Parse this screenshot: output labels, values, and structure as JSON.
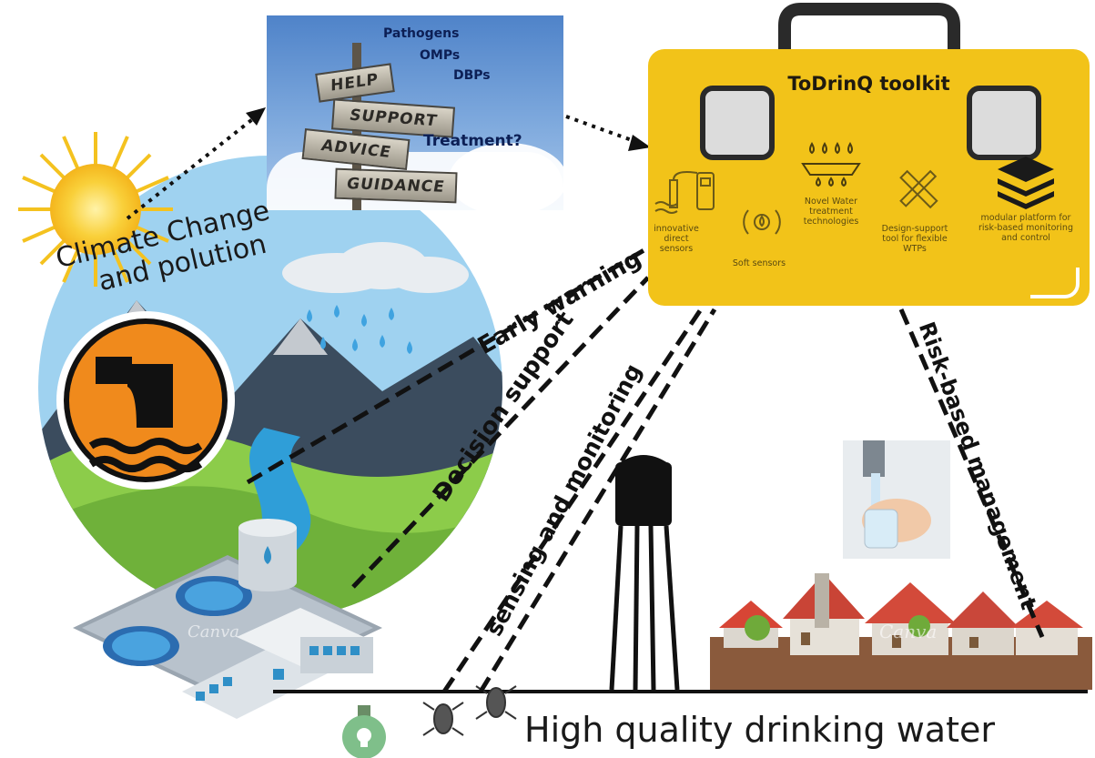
{
  "signpost": {
    "signs": [
      "HELP",
      "SUPPORT",
      "ADVICE",
      "GUIDANCE"
    ],
    "sky_words": [
      "Pathogens",
      "OMPs",
      "DBPs",
      "Treatment?"
    ]
  },
  "toolkit": {
    "title": "ToDrinQ toolkit",
    "tools": [
      {
        "label": "innovative direct sensors",
        "icon": "sensor-probe-icon"
      },
      {
        "label": "Soft sensors",
        "icon": "soft-sensor-icon"
      },
      {
        "label": "Novel Water treatment technologies",
        "icon": "water-treatment-icon"
      },
      {
        "label": "Design-support tool for flexible WTPs",
        "icon": "ruler-pencil-icon"
      },
      {
        "label": "modular platform for risk-based monitoring and control",
        "icon": "layers-icon"
      }
    ]
  },
  "labels": {
    "climate_line1": "Climate Change",
    "climate_line2": "and polution",
    "early_warning": "Early warning",
    "decision_support": "Decision support",
    "sensing": "sensing and monitoring",
    "risk": "Risk-based management",
    "bottom": "High quality drinking water"
  },
  "watermark": "Canva",
  "colors": {
    "toolkit_yellow": "#f2c319",
    "pollution_orange": "#f08a1c",
    "sky_blue": "#8ec5ea",
    "grass_green": "#7fbf3f"
  }
}
